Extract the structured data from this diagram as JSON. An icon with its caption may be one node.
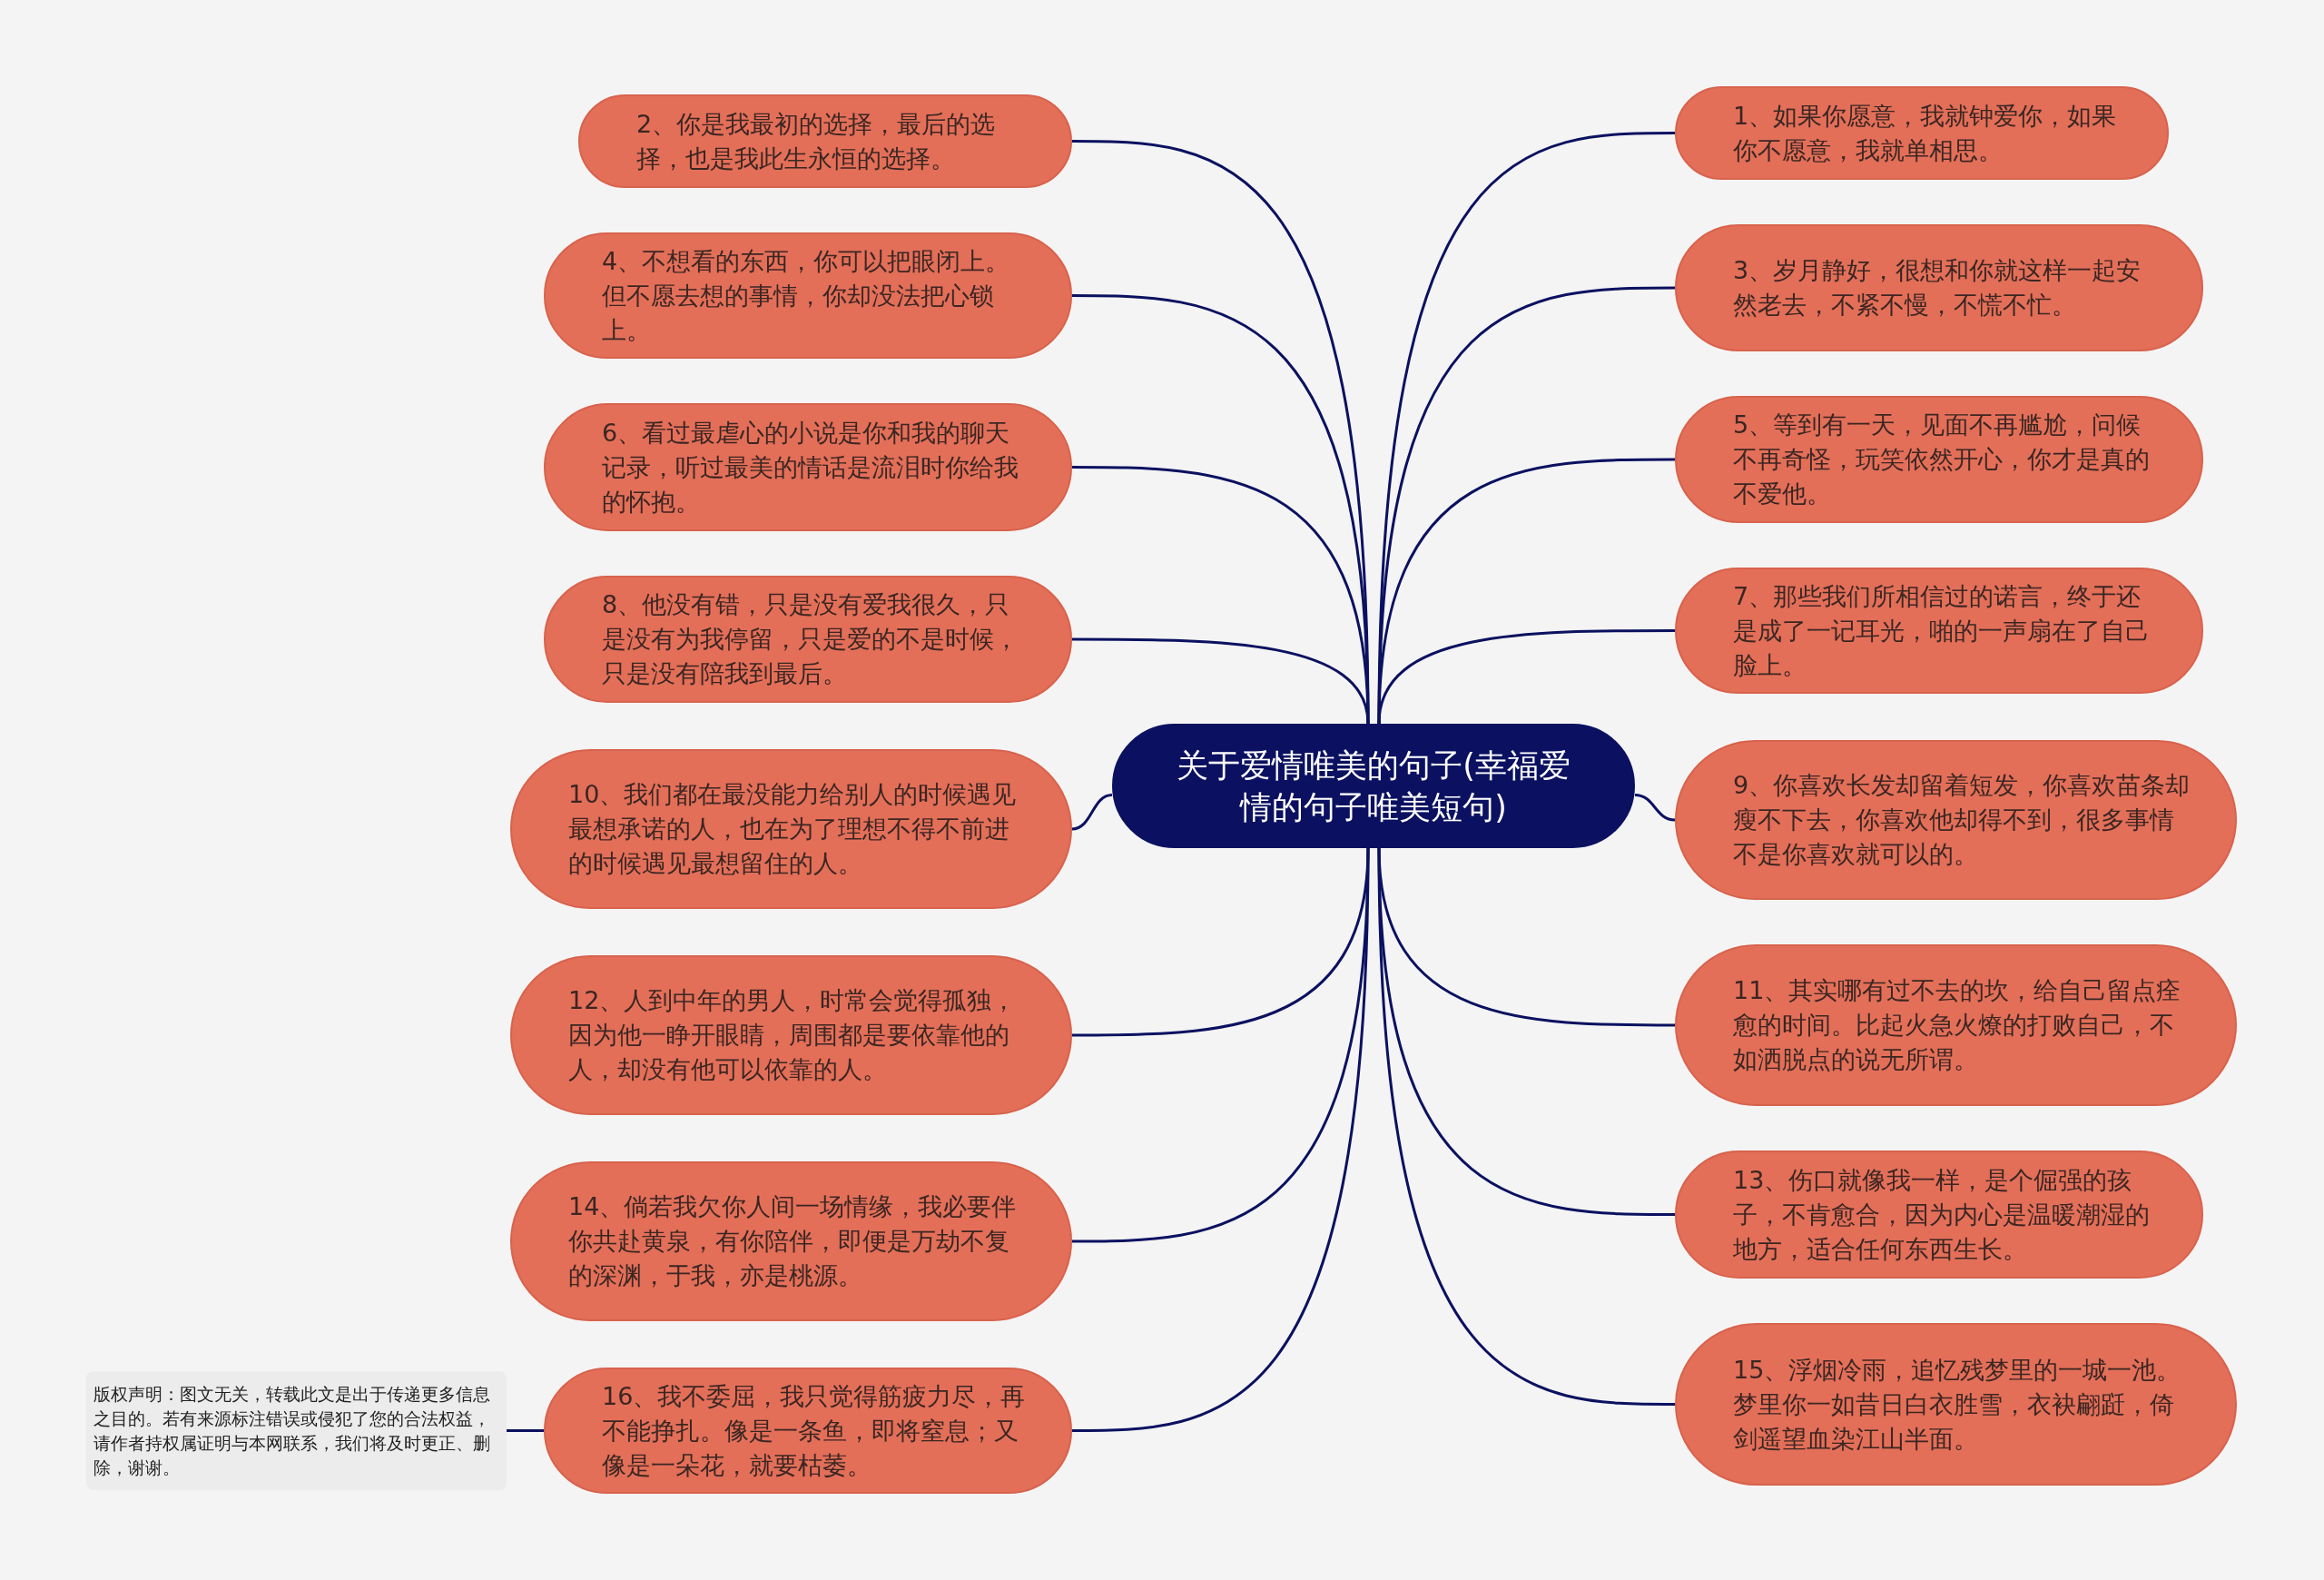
{
  "diagram": {
    "nodes": [
      {
        "text": [
          "关于爱情唯美的句子(幸福爱情的句子唯美短句)"
        ]
      },
      {
        "text": [
          "1、如果你愿意，我就钟爱你，如果你不愿意，我就单相思。"
        ]
      },
      {
        "text": [
          "2、你是我最初的选择，最后的选择，也是我此生永恒的选择。"
        ]
      },
      {
        "text": [
          "3、岁月静好，很想和你就这样一起安然老去，不紧不慢，不慌不忙。"
        ]
      },
      {
        "text": [
          "4、不想看的东西，你可以把眼闭上。但不愿去想的事情，你却没法把心锁上。"
        ]
      },
      {
        "text": [
          "5、等到有一天，见面不再尴尬，问候不再奇怪，玩笑依然开心，你才是真的不爱他。"
        ]
      },
      {
        "text": [
          "6、看过最虐心的小说是你和我的聊天记录，听过最美的情话是流泪时你给我的怀抱。"
        ]
      },
      {
        "text": [
          "7、那些我们所相信过的诺言，终于还是成了一记耳光，啪的一声扇在了自己脸上。"
        ]
      },
      {
        "text": [
          "8、他没有错，只是没有爱我很久，只是没有为我停留，只是爱的不是时候，只是没有陪我到最后。"
        ]
      },
      {
        "text": [
          "9、你喜欢长发却留着短发，你喜欢苗条却瘦不下去，你喜欢他却得不到，很多事情不是你喜欢就可以的。"
        ]
      },
      {
        "text": [
          "10、我们都在最没能力给别人的时候遇见最想承诺的人，也在为了理想不得不前进的时候遇见最想留住的人。"
        ]
      },
      {
        "text": [
          "11、其实哪有过不去的坎，给自己留点痊愈的时间。比起火急火燎的打败自己，不如洒脱点的说无所谓。"
        ]
      },
      {
        "text": [
          "12、人到中年的男人，时常会觉得孤独，因为他一睁开眼睛，周围都是要依靠他的人，却没有他可以依靠的人。"
        ]
      },
      {
        "text": [
          "13、伤口就像我一样，是个倔强的孩子，不肯愈合，因为内心是温暖潮湿的地方，适合任何东西生长。"
        ]
      },
      {
        "text": [
          "14、倘若我欠你人间一场情缘，我必要伴你共赴黄泉，有你陪伴，即便是万劫不复的深渊，于我，亦是桃源。"
        ]
      },
      {
        "text": [
          "15、浮烟冷雨，追忆残梦里的一城一池。梦里你一如昔日白衣胜雪，衣袂翩跹，倚剑遥望血染江山半面。"
        ]
      },
      {
        "text": [
          "16、我不委屈，我只觉得筋疲力尽，再不能挣扎。像是一条鱼，即将窒息；又像是一朵花，就要枯萎。"
        ]
      },
      {
        "text": [
          "版权声明：图文无关，转载此文是出于传递更多信息之目的。若有来源标注错误或侵犯了您的合法权益，请作者持权属证明与本网联系，我们将及时更正、删除，谢谢。"
        ]
      }
    ],
    "edges": [
      {
        "from": 0,
        "to": 1,
        "arrow": "none"
      },
      {
        "from": 0,
        "to": 2,
        "arrow": "none"
      },
      {
        "from": 0,
        "to": 3,
        "arrow": "none"
      },
      {
        "from": 0,
        "to": 4,
        "arrow": "none"
      },
      {
        "from": 0,
        "to": 5,
        "arrow": "none"
      },
      {
        "from": 0,
        "to": 6,
        "arrow": "none"
      },
      {
        "from": 0,
        "to": 7,
        "arrow": "none"
      },
      {
        "from": 0,
        "to": 8,
        "arrow": "none"
      },
      {
        "from": 0,
        "to": 9,
        "arrow": "none"
      },
      {
        "from": 0,
        "to": 10,
        "arrow": "none"
      },
      {
        "from": 0,
        "to": 11,
        "arrow": "none"
      },
      {
        "from": 0,
        "to": 12,
        "arrow": "none"
      },
      {
        "from": 0,
        "to": 13,
        "arrow": "none"
      },
      {
        "from": 0,
        "to": 14,
        "arrow": "none"
      },
      {
        "from": 0,
        "to": 15,
        "arrow": "none"
      },
      {
        "from": 0,
        "to": 16,
        "arrow": "none"
      },
      {
        "from": 17,
        "to": 16,
        "arrow": "none"
      }
    ]
  }
}
